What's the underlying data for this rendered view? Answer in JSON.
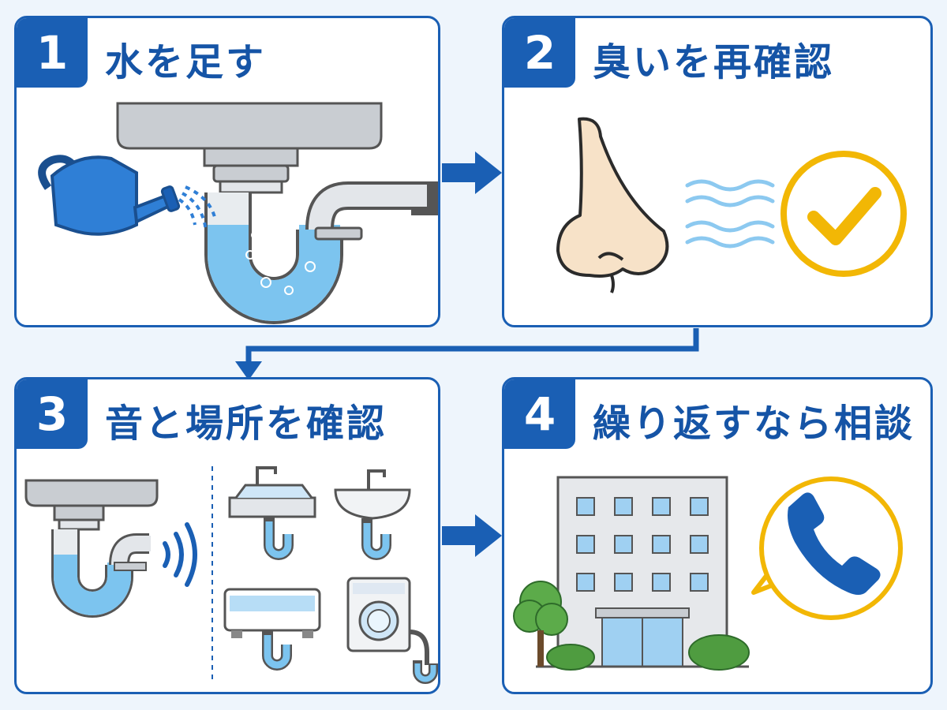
{
  "steps": [
    {
      "number": "1",
      "title": "水を足す"
    },
    {
      "number": "2",
      "title": "臭いを再確認"
    },
    {
      "number": "3",
      "title": "音と場所を確認"
    },
    {
      "number": "4",
      "title": "繰り返すなら相談"
    }
  ],
  "colors": {
    "primary": "#1a5fb4",
    "water": "#7cc4ef",
    "accent": "#f2b705",
    "background": "#eef5fc"
  },
  "icons": {
    "step1": [
      "watering-can-icon",
      "sink-icon",
      "p-trap-icon"
    ],
    "step2": [
      "nose-icon",
      "smell-waves-icon",
      "checkmark-circle-icon"
    ],
    "step3": [
      "p-trap-icon",
      "sound-waves-icon",
      "washbasin-icon",
      "bathtub-icon",
      "washing-machine-icon"
    ],
    "step4": [
      "building-icon",
      "tree-icon",
      "phone-speech-bubble-icon"
    ]
  }
}
